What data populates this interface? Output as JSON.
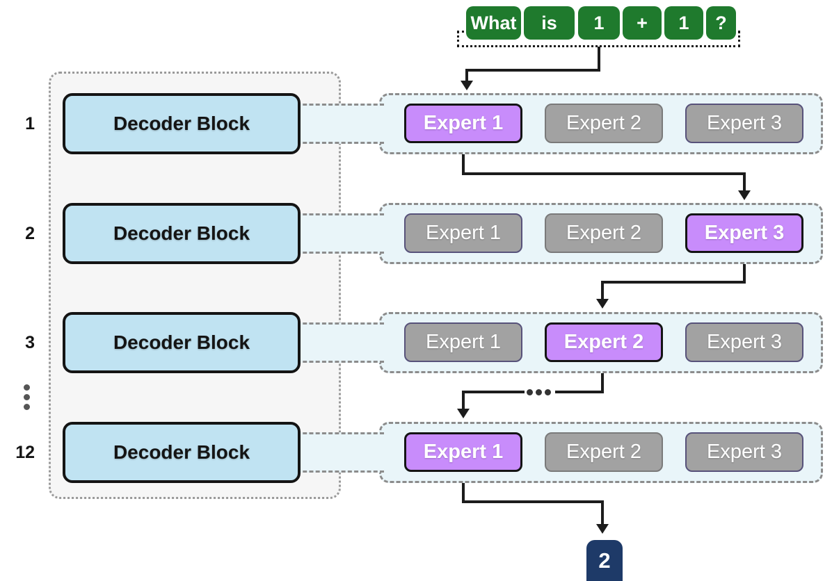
{
  "diagram": {
    "prompt_tokens": [
      "What",
      "is",
      "1",
      "+",
      "1",
      "?"
    ],
    "output_token": "2",
    "decoder_block_label": "Decoder Block",
    "layers": [
      {
        "index": "1",
        "selected_expert": "Expert 1",
        "experts": [
          {
            "label": "Expert 1",
            "active": true
          },
          {
            "label": "Expert 2",
            "active": false
          },
          {
            "label": "Expert 3",
            "active": false
          }
        ]
      },
      {
        "index": "2",
        "selected_expert": "Expert 3",
        "experts": [
          {
            "label": "Expert 1",
            "active": false
          },
          {
            "label": "Expert 2",
            "active": false
          },
          {
            "label": "Expert 3",
            "active": true
          }
        ]
      },
      {
        "index": "3",
        "selected_expert": "Expert 2",
        "experts": [
          {
            "label": "Expert 1",
            "active": false
          },
          {
            "label": "Expert 2",
            "active": true
          },
          {
            "label": "Expert 3",
            "active": false
          }
        ]
      },
      {
        "index": "12",
        "selected_expert": "Expert 1",
        "experts": [
          {
            "label": "Expert 1",
            "active": true
          },
          {
            "label": "Expert 2",
            "active": false
          },
          {
            "label": "Expert 3",
            "active": false
          }
        ]
      }
    ],
    "colors": {
      "token_green": "#1f7a2d",
      "active_expert_purple": "#c88cfb",
      "inactive_expert_gray": "#a2a2a2",
      "decoder_block_blue": "#c0e3f2",
      "expert_row_background": "#e9f5f9",
      "panel_background": "#f6f6f6",
      "output_token_navy": "#1e3a68",
      "arrow_black": "#1c1c1c"
    }
  }
}
